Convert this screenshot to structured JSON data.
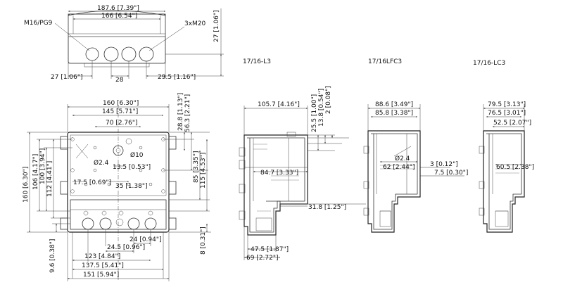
{
  "labels": {
    "m16": "M16/PG9",
    "m20": "3xM20",
    "l3": "17/16-L3",
    "lfc3": "17/16LFC3",
    "lc3": "17/16-LC3"
  },
  "top_view": {
    "d1": "187.6 [7.39\"]",
    "d2": "166 [6.54\"]",
    "d3": "27 [1.06\"]",
    "d4": "28",
    "d5": "29.5 [1.16\"]",
    "d6": "27 [1.06\"]"
  },
  "front_view": {
    "d1": "160 [6.30\"]",
    "d2": "145 [5.71\"]",
    "d3": "70 [2.76\"]",
    "d4": "Ø2.4",
    "d5": "Ø10",
    "d6": "13.5 [0.53\"]",
    "d7": "17.5 [0.69\"]",
    "d8": "35 [1.38\"]",
    "d9": "28.8 [1.13\"]",
    "d10": "56.3 [2.21\"]",
    "d11": "85 [3.35\"]",
    "d12": "115 [4.53\"]",
    "d13": "160 [6.30\"]",
    "d14": "106 [4.17\"]",
    "d15": "100 [3.94\"]",
    "d16": "112 [4.41\"]",
    "d17": "24 [0.94\"]",
    "d18": "24.5 [0.96\"]",
    "d19": "123 [4.84\"]",
    "d20": "137.5 [5.41\"]",
    "d21": "151 [5.94\"]",
    "d22": "9.6 [0.38\"]",
    "d23": "8 [0.31\"]"
  },
  "l3_view": {
    "d1": "105.7 [4.16\"]",
    "d2": "25.5 [1.00\"]",
    "d3": "13.8 [0.54\"]",
    "d4": "2 [0.08\"]",
    "d5": "84.7 [3.33\"]",
    "d6": "31.8 [1.25\"]",
    "d7": "47.5 [1.87\"]",
    "d8": "69 [2.72\"]"
  },
  "lfc3_view": {
    "d1": "88.6 [3.49\"]",
    "d2": "85.8 [3.38\"]",
    "d3": "Ø2.4",
    "d4": "62 [2.44\"]",
    "d5": "3 [0.12\"]",
    "d6": "7.5 [0.30\"]"
  },
  "lc3_view": {
    "d1": "79.5 [3.13\"]",
    "d2": "76.5 [3.01\"]",
    "d3": "52.5 [2.07\"]",
    "d4": "60.5 [2.38\"]"
  }
}
